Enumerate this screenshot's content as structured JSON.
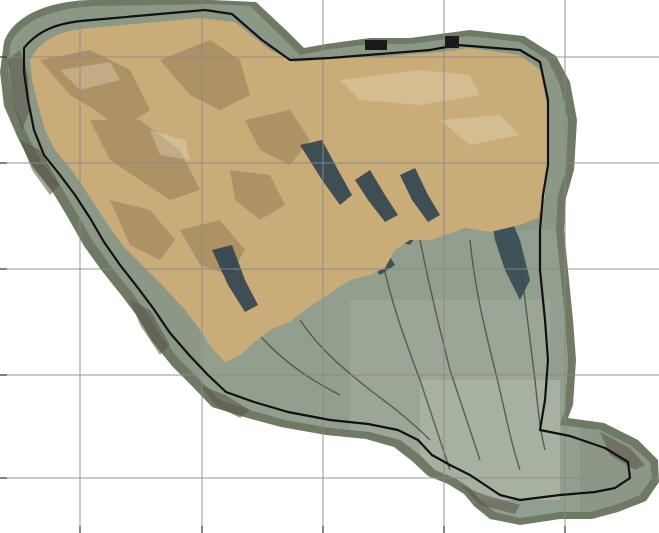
{
  "map": {
    "kind": "satellite-image-with-boundary-overlay",
    "basemap": "aerial-imagery",
    "grid": "on",
    "grid_color": "#8a8a8a",
    "boundary_color": "#111111",
    "colors": {
      "page_background": "#ffffff",
      "image_outer_halo": "#7f8a72",
      "rocky_edge": "#5a5246",
      "urban_grey_green": "#8b9886",
      "urban_dark": "#3f4b47",
      "valley_channel": "#2f4450",
      "arid_overlay": "#c9ac78",
      "arid_overlay_dark": "#9a7d58",
      "highlight": "#e8dcc0"
    },
    "icons": [
      "none"
    ]
  }
}
